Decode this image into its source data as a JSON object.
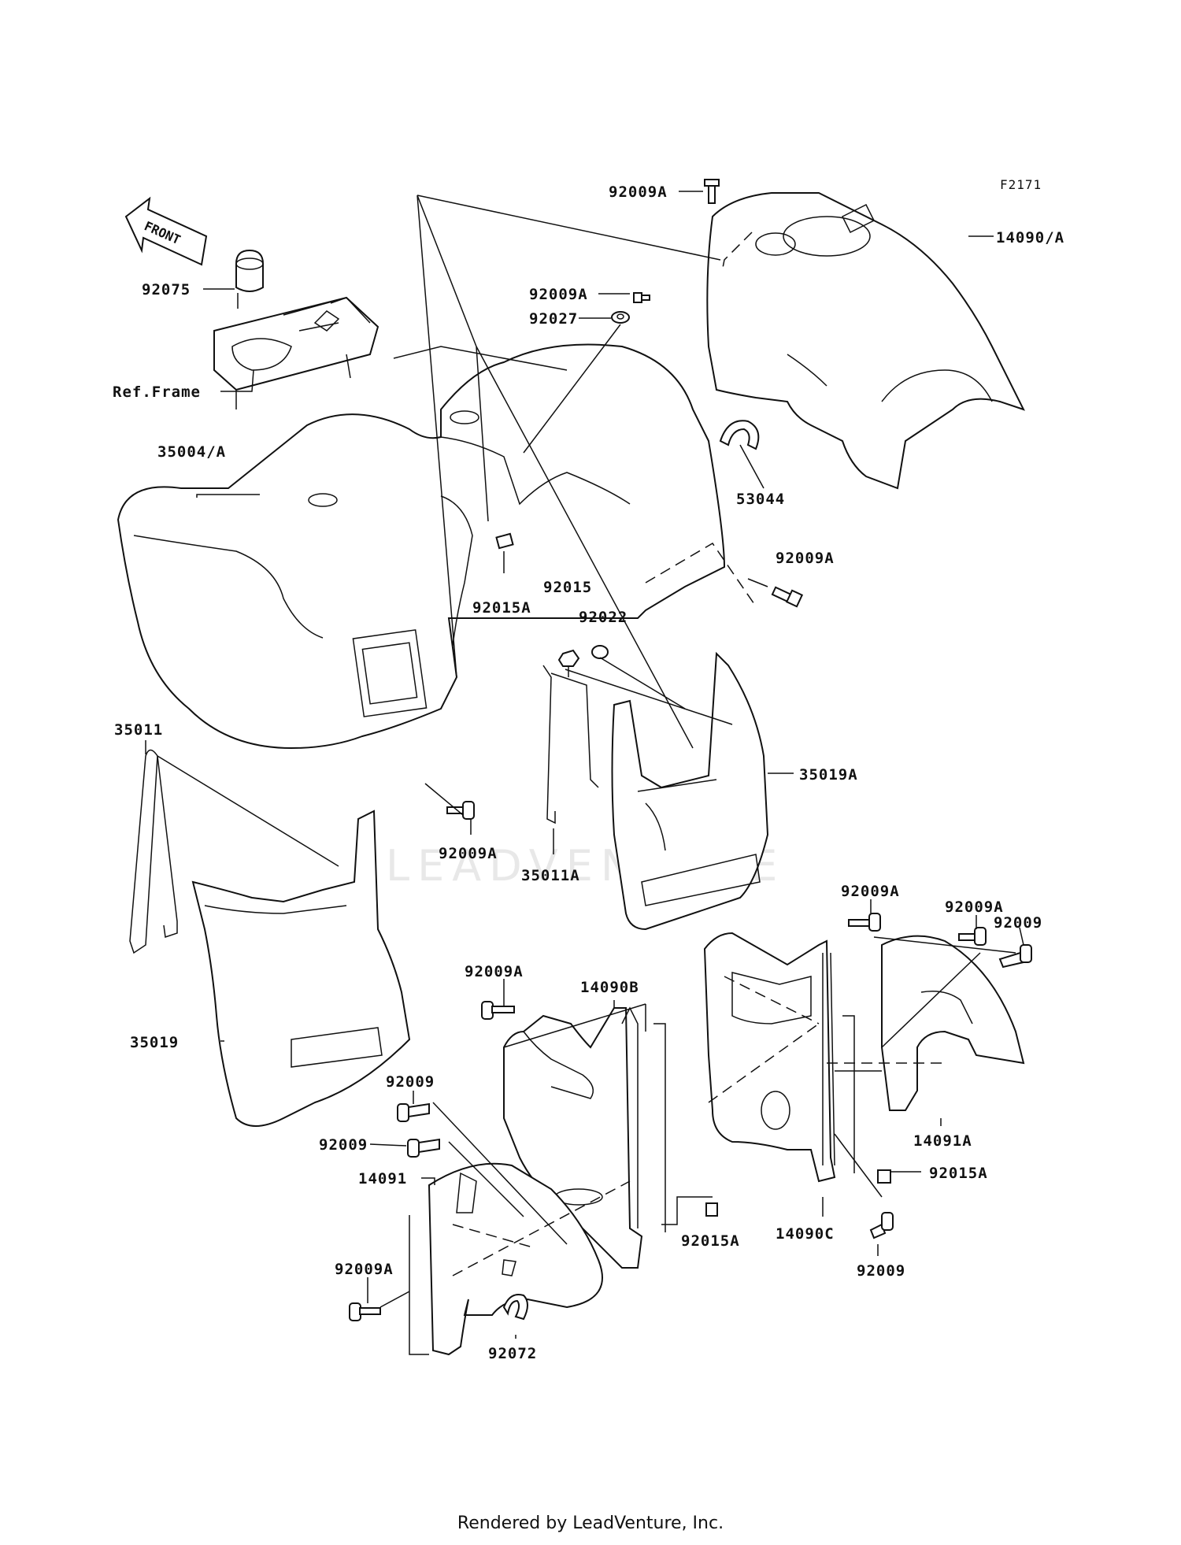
{
  "figure_code": "F2171",
  "front_arrow_text": "FRONT",
  "watermark": "LEADVENTURE",
  "footer": "Rendered by LeadVenture, Inc.",
  "labels": {
    "l_92009A_top": "92009A",
    "l_14090A": "14090/A",
    "l_92075": "92075",
    "l_ref_frame": "Ref.Frame",
    "l_92009A_mid": "92009A",
    "l_92027": "92027",
    "l_35004A": "35004/A",
    "l_53044": "53044",
    "l_92009A_right": "92009A",
    "l_92015": "92015",
    "l_92022": "92022",
    "l_92015A_upper": "92015A",
    "l_35011": "35011",
    "l_35019A": "35019A",
    "l_92009A_fender": "92009A",
    "l_35011A": "35011A",
    "l_92009A_c1": "92009A",
    "l_92009A_c2": "92009A",
    "l_92009_c": "92009",
    "l_92009A_b": "92009A",
    "l_14090B": "14090B",
    "l_35019": "35019",
    "l_92009_b1": "92009",
    "l_92009_b2": "92009",
    "l_14091": "14091",
    "l_14091A": "14091A",
    "l_92015A_c": "92015A",
    "l_92015A_b": "92015A",
    "l_14090C": "14090C",
    "l_92009_c2": "92009",
    "l_92009A_bl": "92009A",
    "l_92072": "92072"
  }
}
